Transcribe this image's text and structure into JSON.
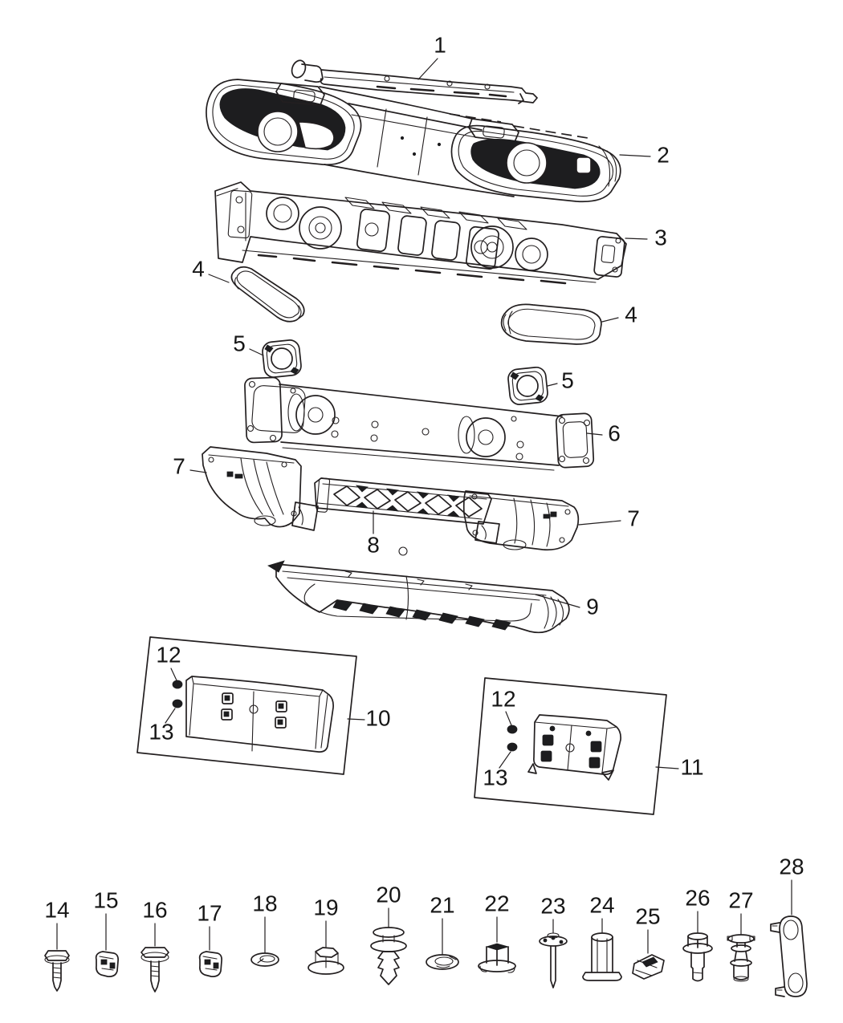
{
  "figure": {
    "background_color": "#ffffff",
    "line_color": "#231f20",
    "callouts": {
      "c1": "1",
      "c2": "2",
      "c3": "3",
      "c4_left": "4",
      "c4_right": "4",
      "c5_left": "5",
      "c5_right": "5",
      "c6": "6",
      "c7_left": "7",
      "c7_right": "7",
      "c8": "8",
      "c9": "9",
      "c10": "10",
      "c11": "11",
      "c12_left": "12",
      "c13_left": "13",
      "c12_right": "12",
      "c13_right": "13",
      "c14": "14",
      "c15": "15",
      "c16": "16",
      "c17": "17",
      "c18": "18",
      "c19": "19",
      "c20": "20",
      "c21": "21",
      "c22": "22",
      "c23": "23",
      "c24": "24",
      "c25": "25",
      "c26": "26",
      "c27": "27",
      "c28": "28"
    }
  }
}
